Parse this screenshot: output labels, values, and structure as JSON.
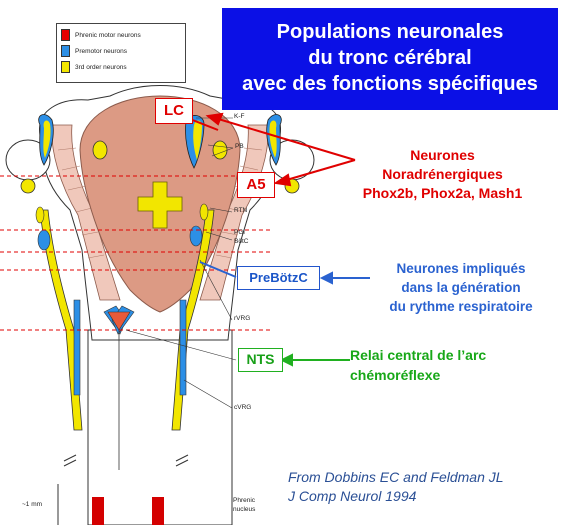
{
  "title": {
    "line1": "Populations neuronales",
    "line2": "du tronc cérébral",
    "line3": "avec des fonctions spécifiques"
  },
  "legend": {
    "items": [
      {
        "label": "Phrenic motor neurons",
        "color": "#e80000"
      },
      {
        "label": "Premotor neurons",
        "color": "#2c8fe6"
      },
      {
        "label": "3rd order neurons",
        "color": "#f2e600"
      }
    ]
  },
  "boxes": {
    "lc": "LC",
    "a5": "A5",
    "prebotzc": "PreBötzC",
    "nts": "NTS"
  },
  "noradrenergic": {
    "line1": "Neurones",
    "line2": "Noradrénergiques",
    "line3": "Phox2b, Phox2a, Mash1"
  },
  "rhythm": {
    "line1": "Neurones impliqués",
    "line2": "dans la génération",
    "line3": "du rythme respiratoire"
  },
  "chemoreflex": {
    "line1": "Relai central de l’arc",
    "line2": "chémoréflexe"
  },
  "anatomy_labels": {
    "kf": "K-F",
    "pb": "PB",
    "rtn": "RTN",
    "pgi": "PGi",
    "botc": "BötC",
    "rvrg": "rVRG",
    "cvrg": "cVRG",
    "phrenic1": "Phrenic",
    "phrenic2": "nucleus",
    "scale": "~1 mm"
  },
  "credit": {
    "line1": "From Dobbins EC and Feldman JL",
    "line2": "J Comp Neurol 1994"
  },
  "colors": {
    "title_bg": "#0b10e6",
    "red": "#e00000",
    "blue": "#2a62d0",
    "green": "#18a818",
    "tissue": "#dc9a84"
  }
}
